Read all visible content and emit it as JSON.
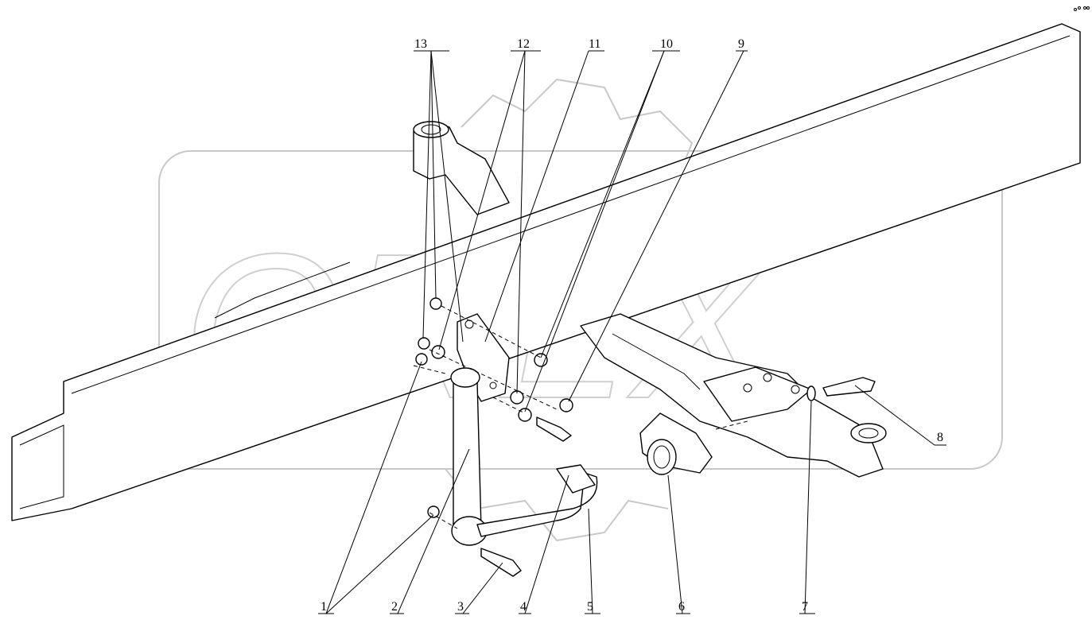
{
  "callouts": [
    {
      "id": "1",
      "label": "1"
    },
    {
      "id": "2",
      "label": "2"
    },
    {
      "id": "3",
      "label": "3"
    },
    {
      "id": "4",
      "label": "4"
    },
    {
      "id": "5",
      "label": "5"
    },
    {
      "id": "6",
      "label": "6"
    },
    {
      "id": "7",
      "label": "7"
    },
    {
      "id": "8",
      "label": "8"
    },
    {
      "id": "9",
      "label": "9"
    },
    {
      "id": "10",
      "label": "10"
    },
    {
      "id": "11",
      "label": "11"
    },
    {
      "id": "12",
      "label": "12"
    },
    {
      "id": "13",
      "label": "13"
    }
  ],
  "watermark": {
    "text": "OREX"
  }
}
